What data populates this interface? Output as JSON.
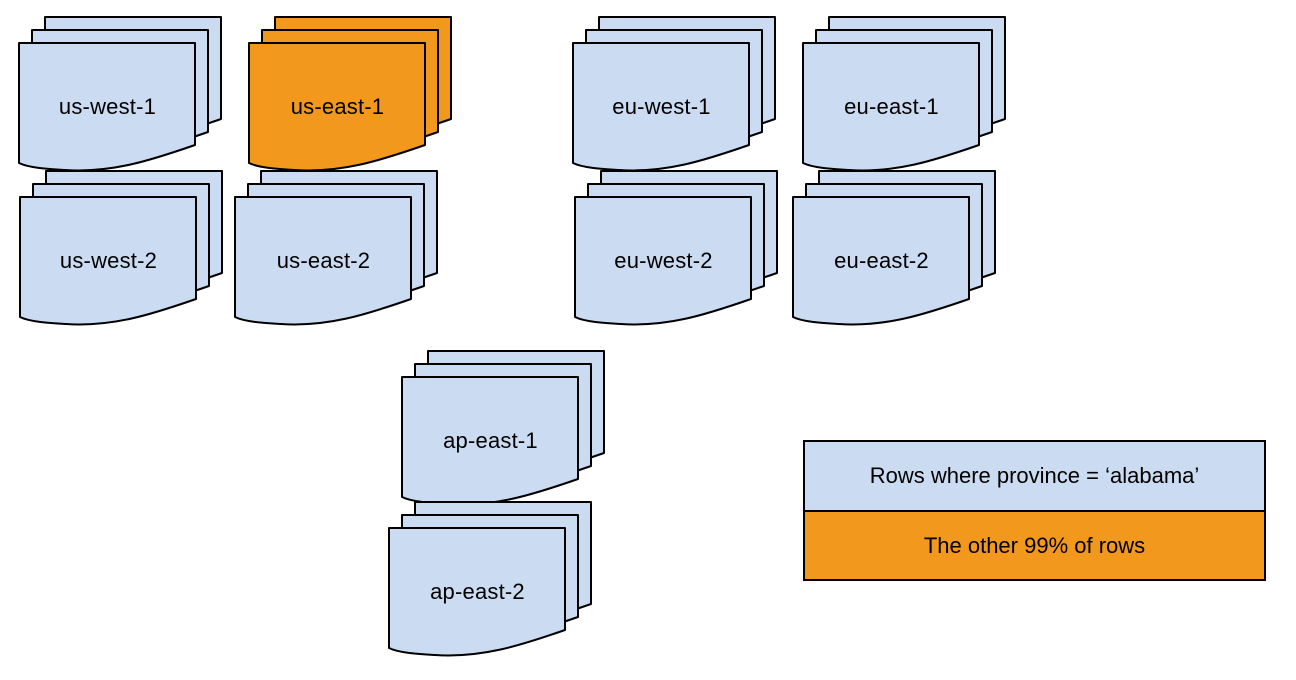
{
  "colors": {
    "blue": "#cbdcf2",
    "orange": "#f2981d",
    "stroke": "#000000",
    "background": "#ffffff"
  },
  "stacks": [
    {
      "label": "us-west-1",
      "highlight": false
    },
    {
      "label": "us-east-1",
      "highlight": true
    },
    {
      "label": "eu-west-1",
      "highlight": false
    },
    {
      "label": "eu-east-1",
      "highlight": false
    },
    {
      "label": "us-west-2",
      "highlight": false
    },
    {
      "label": "us-east-2",
      "highlight": false
    },
    {
      "label": "eu-west-2",
      "highlight": false
    },
    {
      "label": "eu-east-2",
      "highlight": false
    },
    {
      "label": "ap-east-1",
      "highlight": false
    },
    {
      "label": "ap-east-2",
      "highlight": false
    }
  ],
  "legend": {
    "items": [
      {
        "label": "Rows where province = ‘alabama’",
        "color_key": "blue"
      },
      {
        "label": "The other 99% of rows",
        "color_key": "orange"
      }
    ]
  }
}
